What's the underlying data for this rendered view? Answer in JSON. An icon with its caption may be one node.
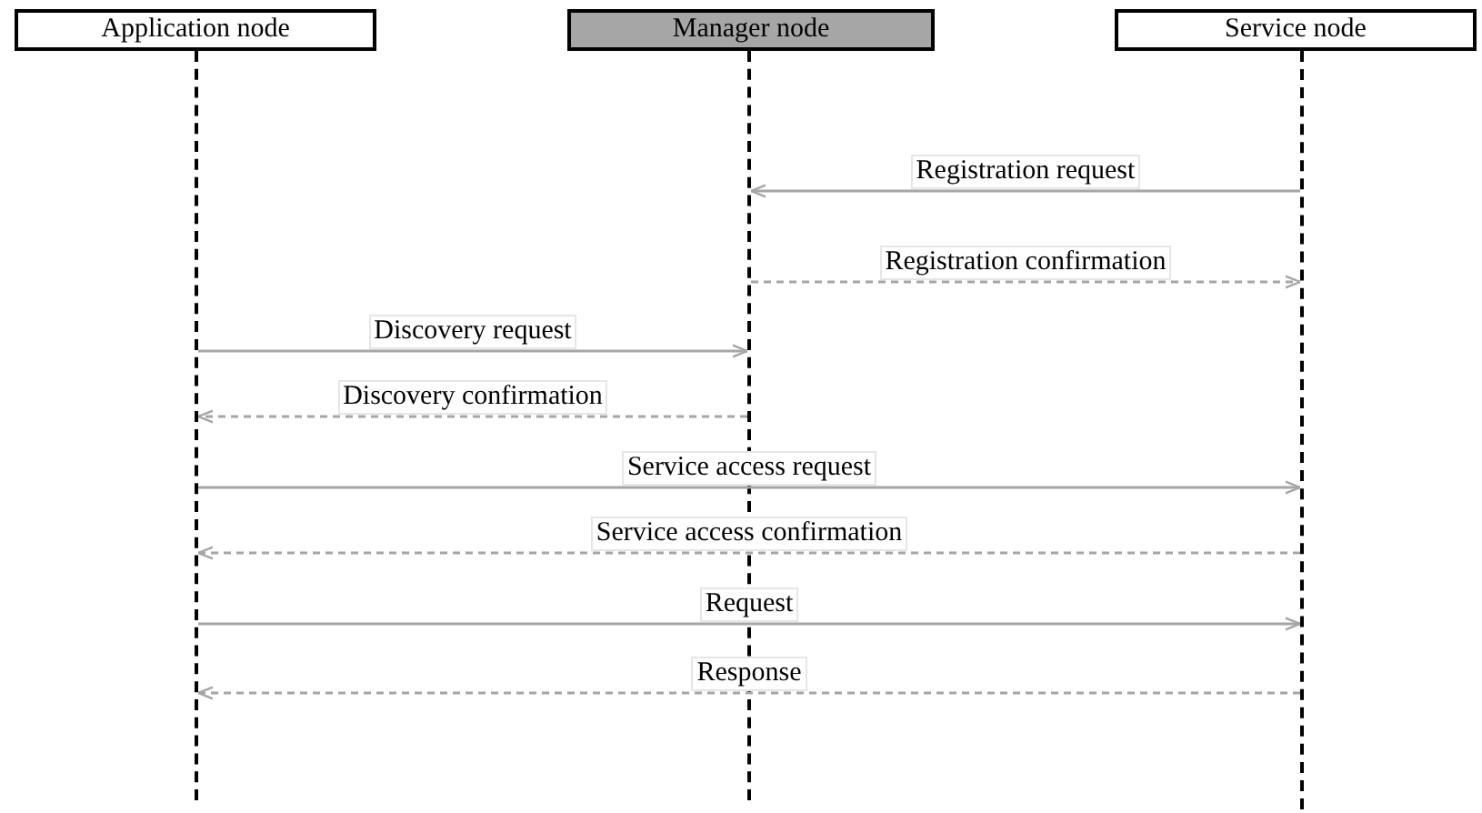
{
  "diagram": {
    "nodes": [
      {
        "text": [
          "Application node"
        ]
      },
      {
        "text": [
          "Manager node"
        ]
      },
      {
        "text": [
          "Service node"
        ]
      },
      {
        "text": [],
        "shape": "line"
      },
      {
        "text": [],
        "shape": "line"
      },
      {
        "text": [],
        "shape": "line"
      }
    ],
    "edges": [
      {
        "from": 5,
        "to": 4,
        "arrow": "to",
        "label": "Registration request"
      },
      {
        "from": 4,
        "to": 5,
        "arrow": "to",
        "label": "Registration confirmation",
        "style": "dashed"
      },
      {
        "from": 3,
        "to": 4,
        "arrow": "to",
        "label": "Discovery request"
      },
      {
        "from": 4,
        "to": 3,
        "arrow": "to",
        "label": "Discovery confirmation",
        "style": "dashed"
      },
      {
        "from": 3,
        "to": 5,
        "arrow": "to",
        "label": "Service access request"
      },
      {
        "from": 5,
        "to": 3,
        "arrow": "to",
        "label": "Service access confirmation",
        "style": "dashed"
      },
      {
        "from": 3,
        "to": 5,
        "arrow": "to",
        "label": "Request"
      },
      {
        "from": 5,
        "to": 3,
        "arrow": "to",
        "label": "Response",
        "style": "dashed"
      }
    ]
  }
}
